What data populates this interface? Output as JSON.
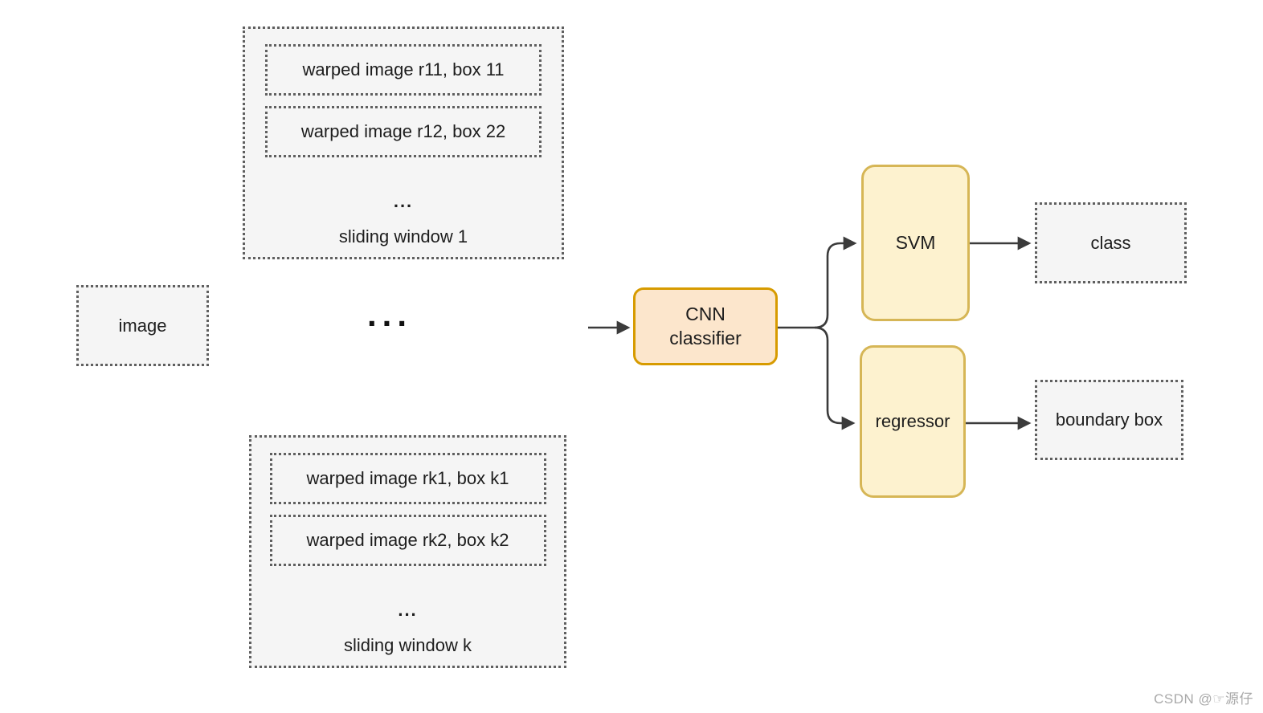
{
  "diagram": {
    "image_box_label": "image",
    "sliding_window_1": {
      "item1": "warped image r11, box 11",
      "item2": "warped image r12, box 22",
      "ellipsis": "...",
      "label": "sliding window 1"
    },
    "middle_ellipsis": "...",
    "sliding_window_k": {
      "item1": "warped image rk1, box k1",
      "item2": "warped image rk2, box k2",
      "ellipsis": "...",
      "label": "sliding window k"
    },
    "cnn": {
      "line1": "CNN",
      "line2": "classifier"
    },
    "svm_label": "SVM",
    "regressor_label": "regressor",
    "class_label": "class",
    "boundary_label": "boundary box",
    "watermark": "CSDN @☞源仔"
  },
  "colors": {
    "cnn_fill": "#fce6cc",
    "cnn_border": "#d79b00",
    "yellow_fill": "#fdf2cf",
    "yellow_border": "#d6b656",
    "dotted_fill": "#f5f5f5",
    "dotted_border": "#5f5f5f",
    "arrow": "#3b3b3b",
    "text": "#1d1d1d",
    "watermark": "#a9a9a9"
  }
}
